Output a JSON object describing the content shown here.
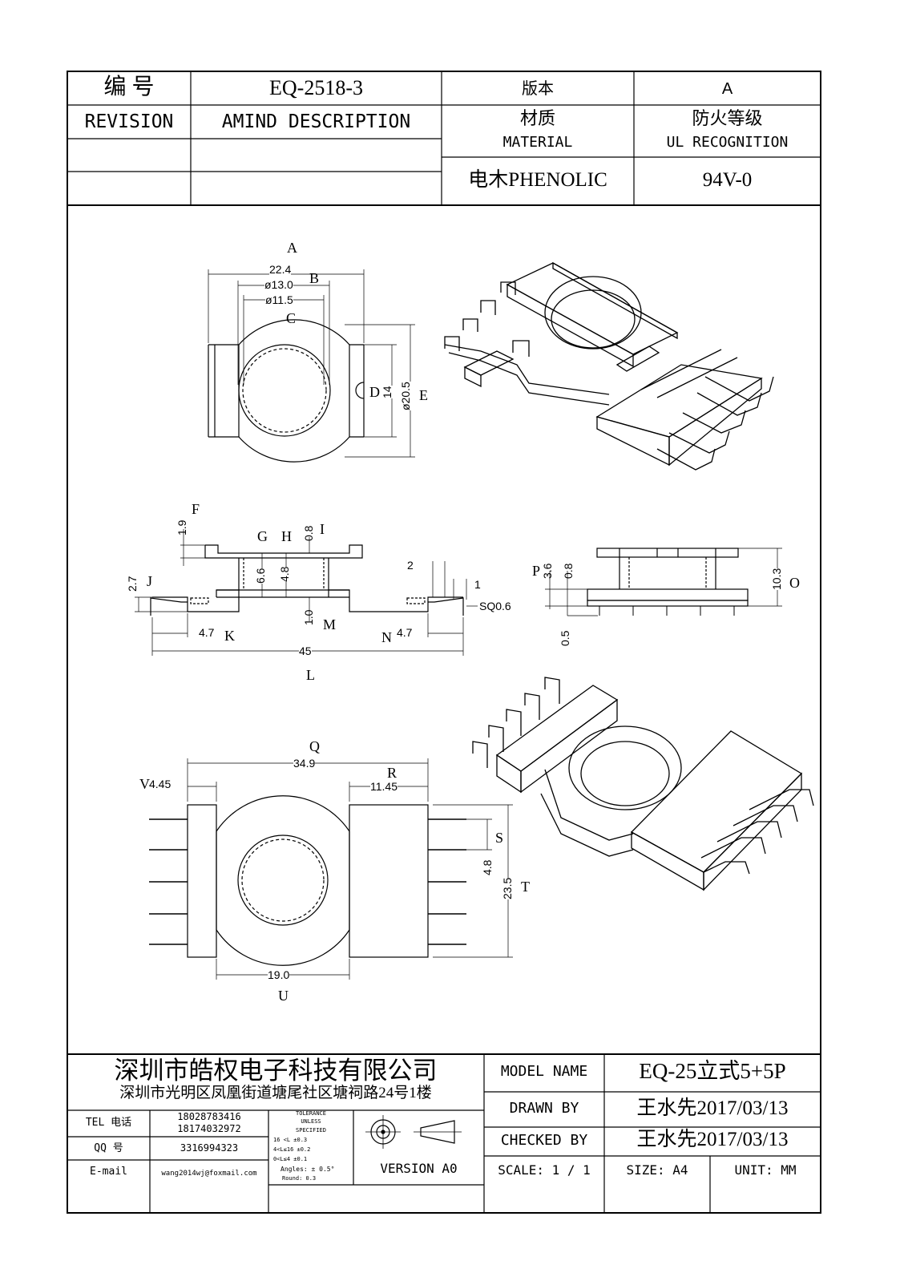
{
  "header": {
    "number_label": "编  号",
    "part_number": "EQ-2518-3",
    "version_label": "版本",
    "version_value": "A",
    "revision_label": "REVISION",
    "amend_label": "AMIND DESCRIPTION",
    "material_label_cn": "材质",
    "material_label_en": "MATERIAL",
    "ul_label_cn": "防火等级",
    "ul_label_en": "UL RECOGNITION",
    "material_value": "电木PHENOLIC",
    "ul_value": "94V-0"
  },
  "drawing": {
    "labels": {
      "A": "A",
      "B": "B",
      "C": "C",
      "D": "D",
      "E": "E",
      "F": "F",
      "G": "G",
      "H": "H",
      "I": "I",
      "J": "J",
      "K": "K",
      "L": "L",
      "M": "M",
      "N": "N",
      "O": "O",
      "P": "P",
      "Q": "Q",
      "R": "R",
      "S": "S",
      "T": "T",
      "U": "U",
      "V": "V"
    },
    "dims": {
      "d22_4": "22.4",
      "d13_0": "ø13.0",
      "d11_5": "ø11.5",
      "d14": "14",
      "d20_5": "ø20.5",
      "d1_9": "1.9",
      "d0_8a": "0.8",
      "d6_6": "6.6",
      "d4_8a": "4.8",
      "d1_0": "1.0",
      "d2_7": "2.7",
      "d2": "2",
      "d1": "1",
      "sq": "SQ0.6",
      "d4_7a": "4.7",
      "d4_7b": "4.7",
      "d45": "45",
      "d3_6": "3.6",
      "d0_8b": "0.8",
      "d10_3": "10.3",
      "d0_5": "0.5",
      "d34_9": "34.9",
      "d4_45": "4.45",
      "d11_45": "11.45",
      "d4_8b": "4.8",
      "d23_5": "23.5",
      "d19_0": "19.0"
    }
  },
  "title_block": {
    "company": "深圳市皓权电子科技有限公司",
    "address": "深圳市光明区凤凰街道塘尾社区塘祠路24号1楼",
    "tel_label": "TEL 电话",
    "tel_1": "18028783416",
    "tel_2": "18174032972",
    "qq_label": "QQ  号",
    "qq_value": "3316994323",
    "email_label": "E-mail",
    "email_value": "wang2014wj@foxmail.com",
    "tolerance": [
      "TOLERANCE",
      "UNLESS",
      "SPECIFIED",
      "16 <L        ±0.3",
      "4<L≤16     ±0.2",
      "0<L≤4       ±0.1",
      "Angles: ± 0.5°",
      "Round: 0.3"
    ],
    "version": "VERSION A0",
    "model_name_label": "MODEL NAME",
    "model_name_value": "EQ-25立式5+5P",
    "drawn_by_label": "DRAWN BY",
    "drawn_by_value": "王水先2017/03/13",
    "checked_by_label": "CHECKED BY",
    "checked_by_value": "王水先2017/03/13",
    "scale": "SCALE: 1 / 1",
    "size": "SIZE: A4",
    "unit": "UNIT: MM"
  }
}
